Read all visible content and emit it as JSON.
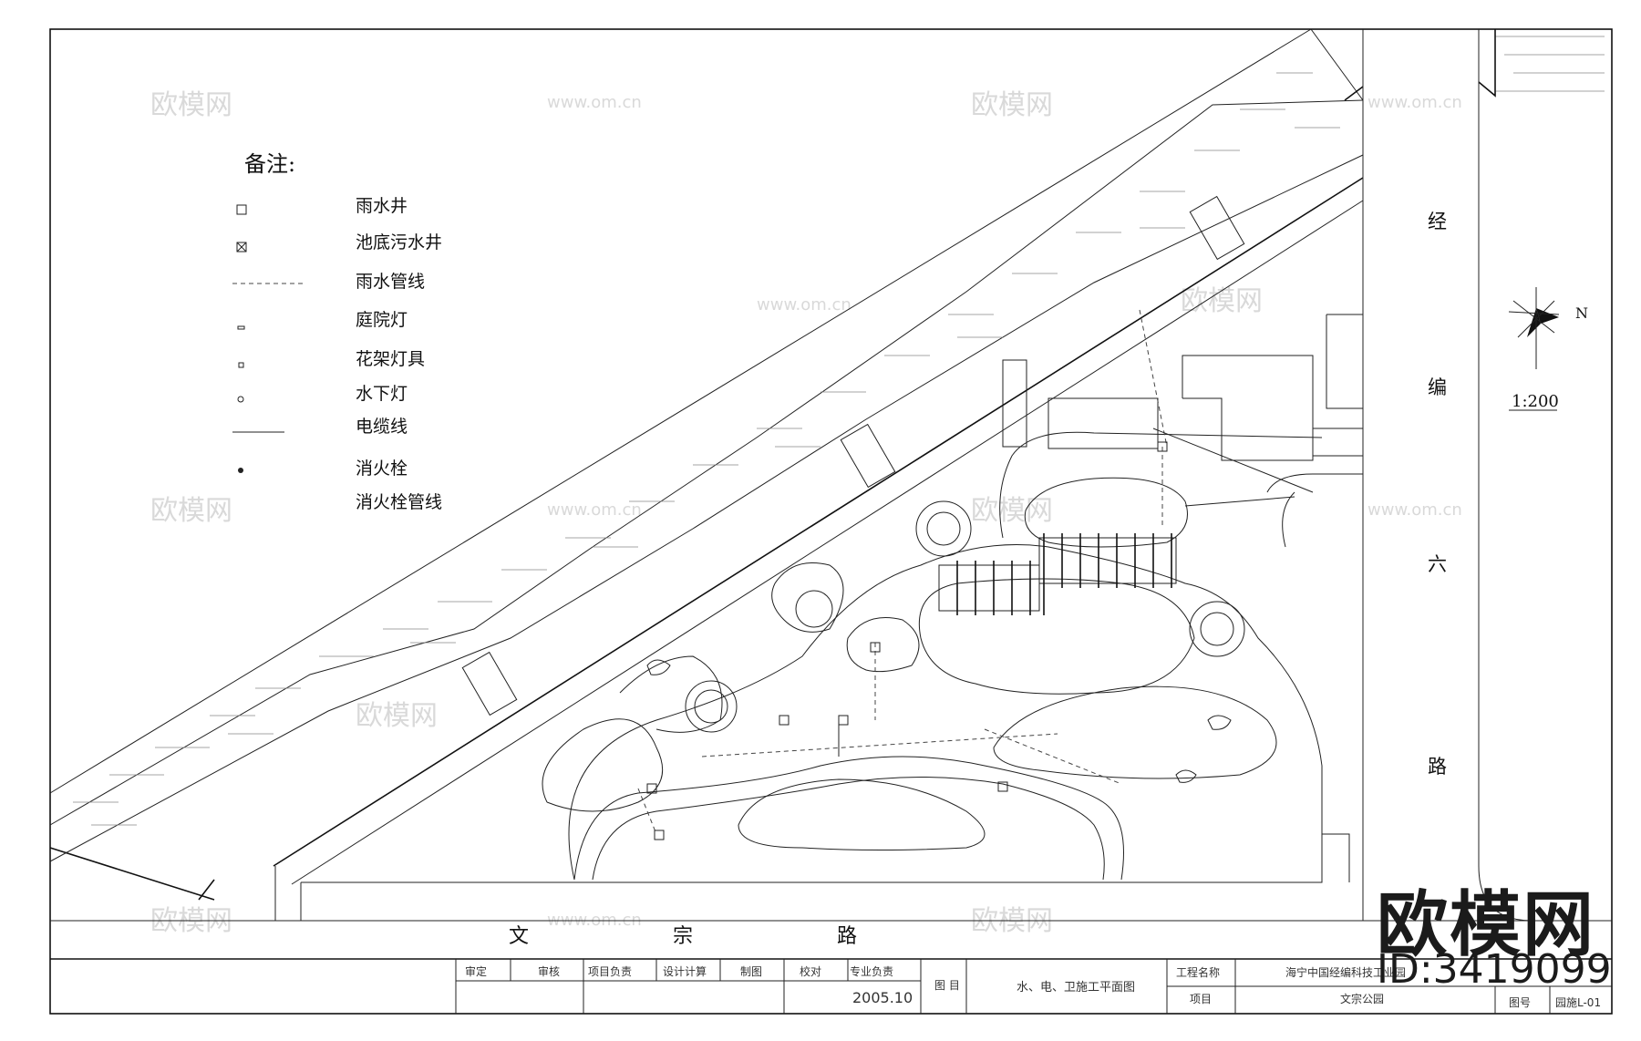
{
  "legend": {
    "title": "备注:",
    "items": [
      {
        "label": "雨水井",
        "icon": "rain-well-icon"
      },
      {
        "label": "池底污水井",
        "icon": "sewage-well-icon"
      },
      {
        "label": "雨水管线",
        "icon": "rain-pipe-line-icon"
      },
      {
        "label": "庭院灯",
        "icon": "garden-lamp-icon"
      },
      {
        "label": "花架灯具",
        "icon": "pergola-lamp-icon"
      },
      {
        "label": "水下灯",
        "icon": "underwater-lamp-icon"
      },
      {
        "label": "电缆线",
        "icon": "cable-line-icon"
      },
      {
        "label": "消火栓",
        "icon": "fire-hydrant-icon"
      },
      {
        "label": "消火栓管线",
        "icon": "hydrant-pipe-line-icon"
      }
    ]
  },
  "roads": {
    "east_chars": [
      "经",
      "编",
      "六",
      "路"
    ],
    "south_chars": [
      "文",
      "宗",
      "路"
    ]
  },
  "north_arrow": {
    "label": "N"
  },
  "scale": "1:200",
  "title_block": {
    "roles": [
      "审定",
      "审核",
      "项目负责",
      "设计计算",
      "制图",
      "校对",
      "专业负责"
    ],
    "date": "2005.10",
    "sheet_label": "图 目",
    "drawing_title": "水、电、卫施工平面图",
    "project_label": "工程名称",
    "project_value": "海宁中国经编科技工业园",
    "item_label": "项目",
    "item_value": "文宗公园",
    "number_label": "图号",
    "number_value": "园施L-01"
  },
  "watermarks": {
    "logo_text": "欧模网",
    "url_text": "www.om.cn"
  },
  "brand": {
    "name": "欧模网",
    "id": "ID:3419099"
  }
}
